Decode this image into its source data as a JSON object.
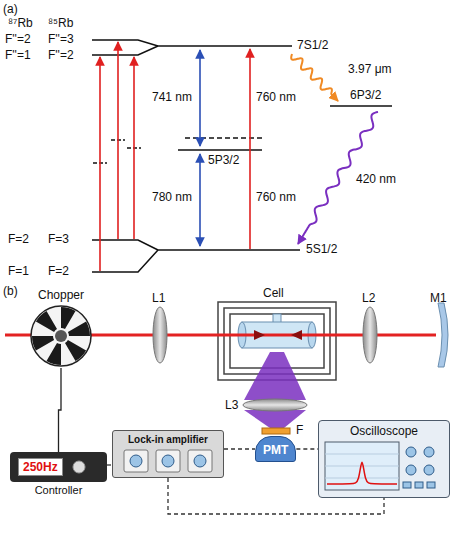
{
  "diagram": {
    "nodes": [
      {
        "text": [
          "Chopper"
        ]
      },
      {
        "text": [
          "250Hz",
          "Controller"
        ]
      },
      {
        "text": [
          "Lock-in amplifier"
        ]
      },
      {
        "text": [
          "PMT"
        ]
      },
      {
        "text": [
          "Oscilloscope"
        ]
      }
    ],
    "edges": [
      {
        "from": 0,
        "to": 1,
        "arrow": "none"
      },
      {
        "from": 1,
        "to": 2,
        "arrow": "none"
      },
      {
        "from": 2,
        "to": 3,
        "arrow": "none"
      },
      {
        "from": 2,
        "to": 4,
        "arrow": "none"
      },
      {
        "from": 3,
        "to": 4,
        "arrow": "none"
      }
    ],
    "labels": [
      "(a)",
      "⁸⁷Rb",
      "⁸⁵Rb",
      "F''=2",
      "F''=3",
      "F''=1",
      "F''=2",
      "7S1/2",
      "3.97 μm",
      "6P3/2",
      "741 nm",
      "760 nm",
      "5P3/2",
      "780 nm",
      "760 nm",
      "420 nm",
      "F=2",
      "F=3",
      "F=1",
      "F=2",
      "5S1/2",
      "(b)",
      "L1",
      "Cell",
      "L2",
      "M1",
      "L3",
      "F"
    ]
  }
}
